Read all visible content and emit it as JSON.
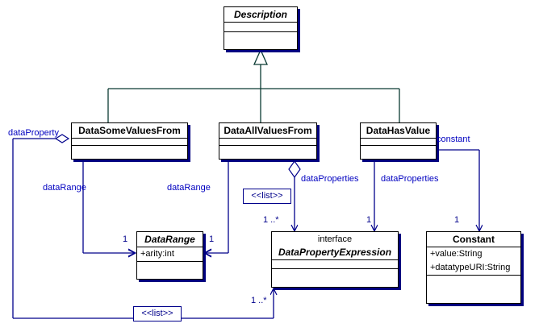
{
  "diagram": {
    "kind": "uml-class-diagram",
    "colors": {
      "box_border": "#000000",
      "box_shadow": "#000080",
      "association_line": "#0000c0",
      "generalization_line": "#0a3a33",
      "label_text": "#0000c0",
      "background": "#ffffff"
    },
    "classes": [
      {
        "id": "description",
        "name": "Description",
        "stereotype": "",
        "italic_title": true,
        "attributes": []
      },
      {
        "id": "data-some-values-from",
        "name": "DataSomeValuesFrom",
        "stereotype": "",
        "italic_title": false,
        "attributes": []
      },
      {
        "id": "data-all-values-from",
        "name": "DataAllValuesFrom",
        "stereotype": "",
        "italic_title": false,
        "attributes": []
      },
      {
        "id": "data-has-value",
        "name": "DataHasValue",
        "stereotype": "",
        "italic_title": false,
        "attributes": []
      },
      {
        "id": "data-range",
        "name": "DataRange",
        "stereotype": "",
        "italic_title": true,
        "attributes": [
          "+arity:int"
        ]
      },
      {
        "id": "data-property-expression",
        "name": "DataPropertyExpression",
        "stereotype": "interface",
        "italic_title": true,
        "attributes": []
      },
      {
        "id": "constant",
        "name": "Constant",
        "stereotype": "",
        "italic_title": false,
        "attributes": [
          "+value:String",
          "+datatypeURI:String"
        ]
      }
    ],
    "stereotype_notes": [
      {
        "id": "list-note-top",
        "text": "<<list>>"
      },
      {
        "id": "list-note-bottom",
        "text": "<<list>>"
      }
    ],
    "role_labels": [
      {
        "id": "data-property",
        "text": "dataProperty"
      },
      {
        "id": "data-range-left",
        "text": "dataRange"
      },
      {
        "id": "data-range-middle",
        "text": "dataRange"
      },
      {
        "id": "data-properties-left",
        "text": "dataProperties"
      },
      {
        "id": "data-properties-right",
        "text": "dataProperties"
      },
      {
        "id": "constant-role",
        "text": "constant"
      }
    ],
    "multiplicities": [
      {
        "id": "mult-data-range-left",
        "text": "1"
      },
      {
        "id": "mult-data-range-right",
        "text": "1"
      },
      {
        "id": "mult-dpe-top-left",
        "text": "1 ..*"
      },
      {
        "id": "mult-dpe-top-right",
        "text": "1"
      },
      {
        "id": "mult-constant",
        "text": "1"
      },
      {
        "id": "mult-dpe-bottom",
        "text": "1 ..*"
      }
    ],
    "relationships": [
      {
        "from": "data-some-values-from",
        "to": "description",
        "type": "generalization"
      },
      {
        "from": "data-all-values-from",
        "to": "description",
        "type": "generalization"
      },
      {
        "from": "data-has-value",
        "to": "description",
        "type": "generalization"
      },
      {
        "from": "data-some-values-from",
        "to": "data-range",
        "type": "association",
        "role": "dataRange",
        "multiplicity": "1"
      },
      {
        "from": "data-all-values-from",
        "to": "data-range",
        "type": "association",
        "role": "dataRange",
        "multiplicity": "1"
      },
      {
        "from": "data-some-values-from",
        "to": "data-property-expression",
        "type": "aggregation",
        "role": "dataProperty",
        "multiplicity": "1 ..*",
        "stereotype": "<<list>>"
      },
      {
        "from": "data-all-values-from",
        "to": "data-property-expression",
        "type": "aggregation",
        "role": "dataProperties",
        "multiplicity": "1 ..*",
        "stereotype": "<<list>>"
      },
      {
        "from": "data-all-values-from",
        "to": "data-property-expression",
        "type": "association",
        "role": "dataProperties",
        "multiplicity": "1"
      },
      {
        "from": "data-has-value",
        "to": "data-property-expression",
        "type": "association",
        "role": "dataProperties",
        "multiplicity": "1"
      },
      {
        "from": "data-has-value",
        "to": "constant",
        "type": "association",
        "role": "constant",
        "multiplicity": "1"
      }
    ]
  }
}
